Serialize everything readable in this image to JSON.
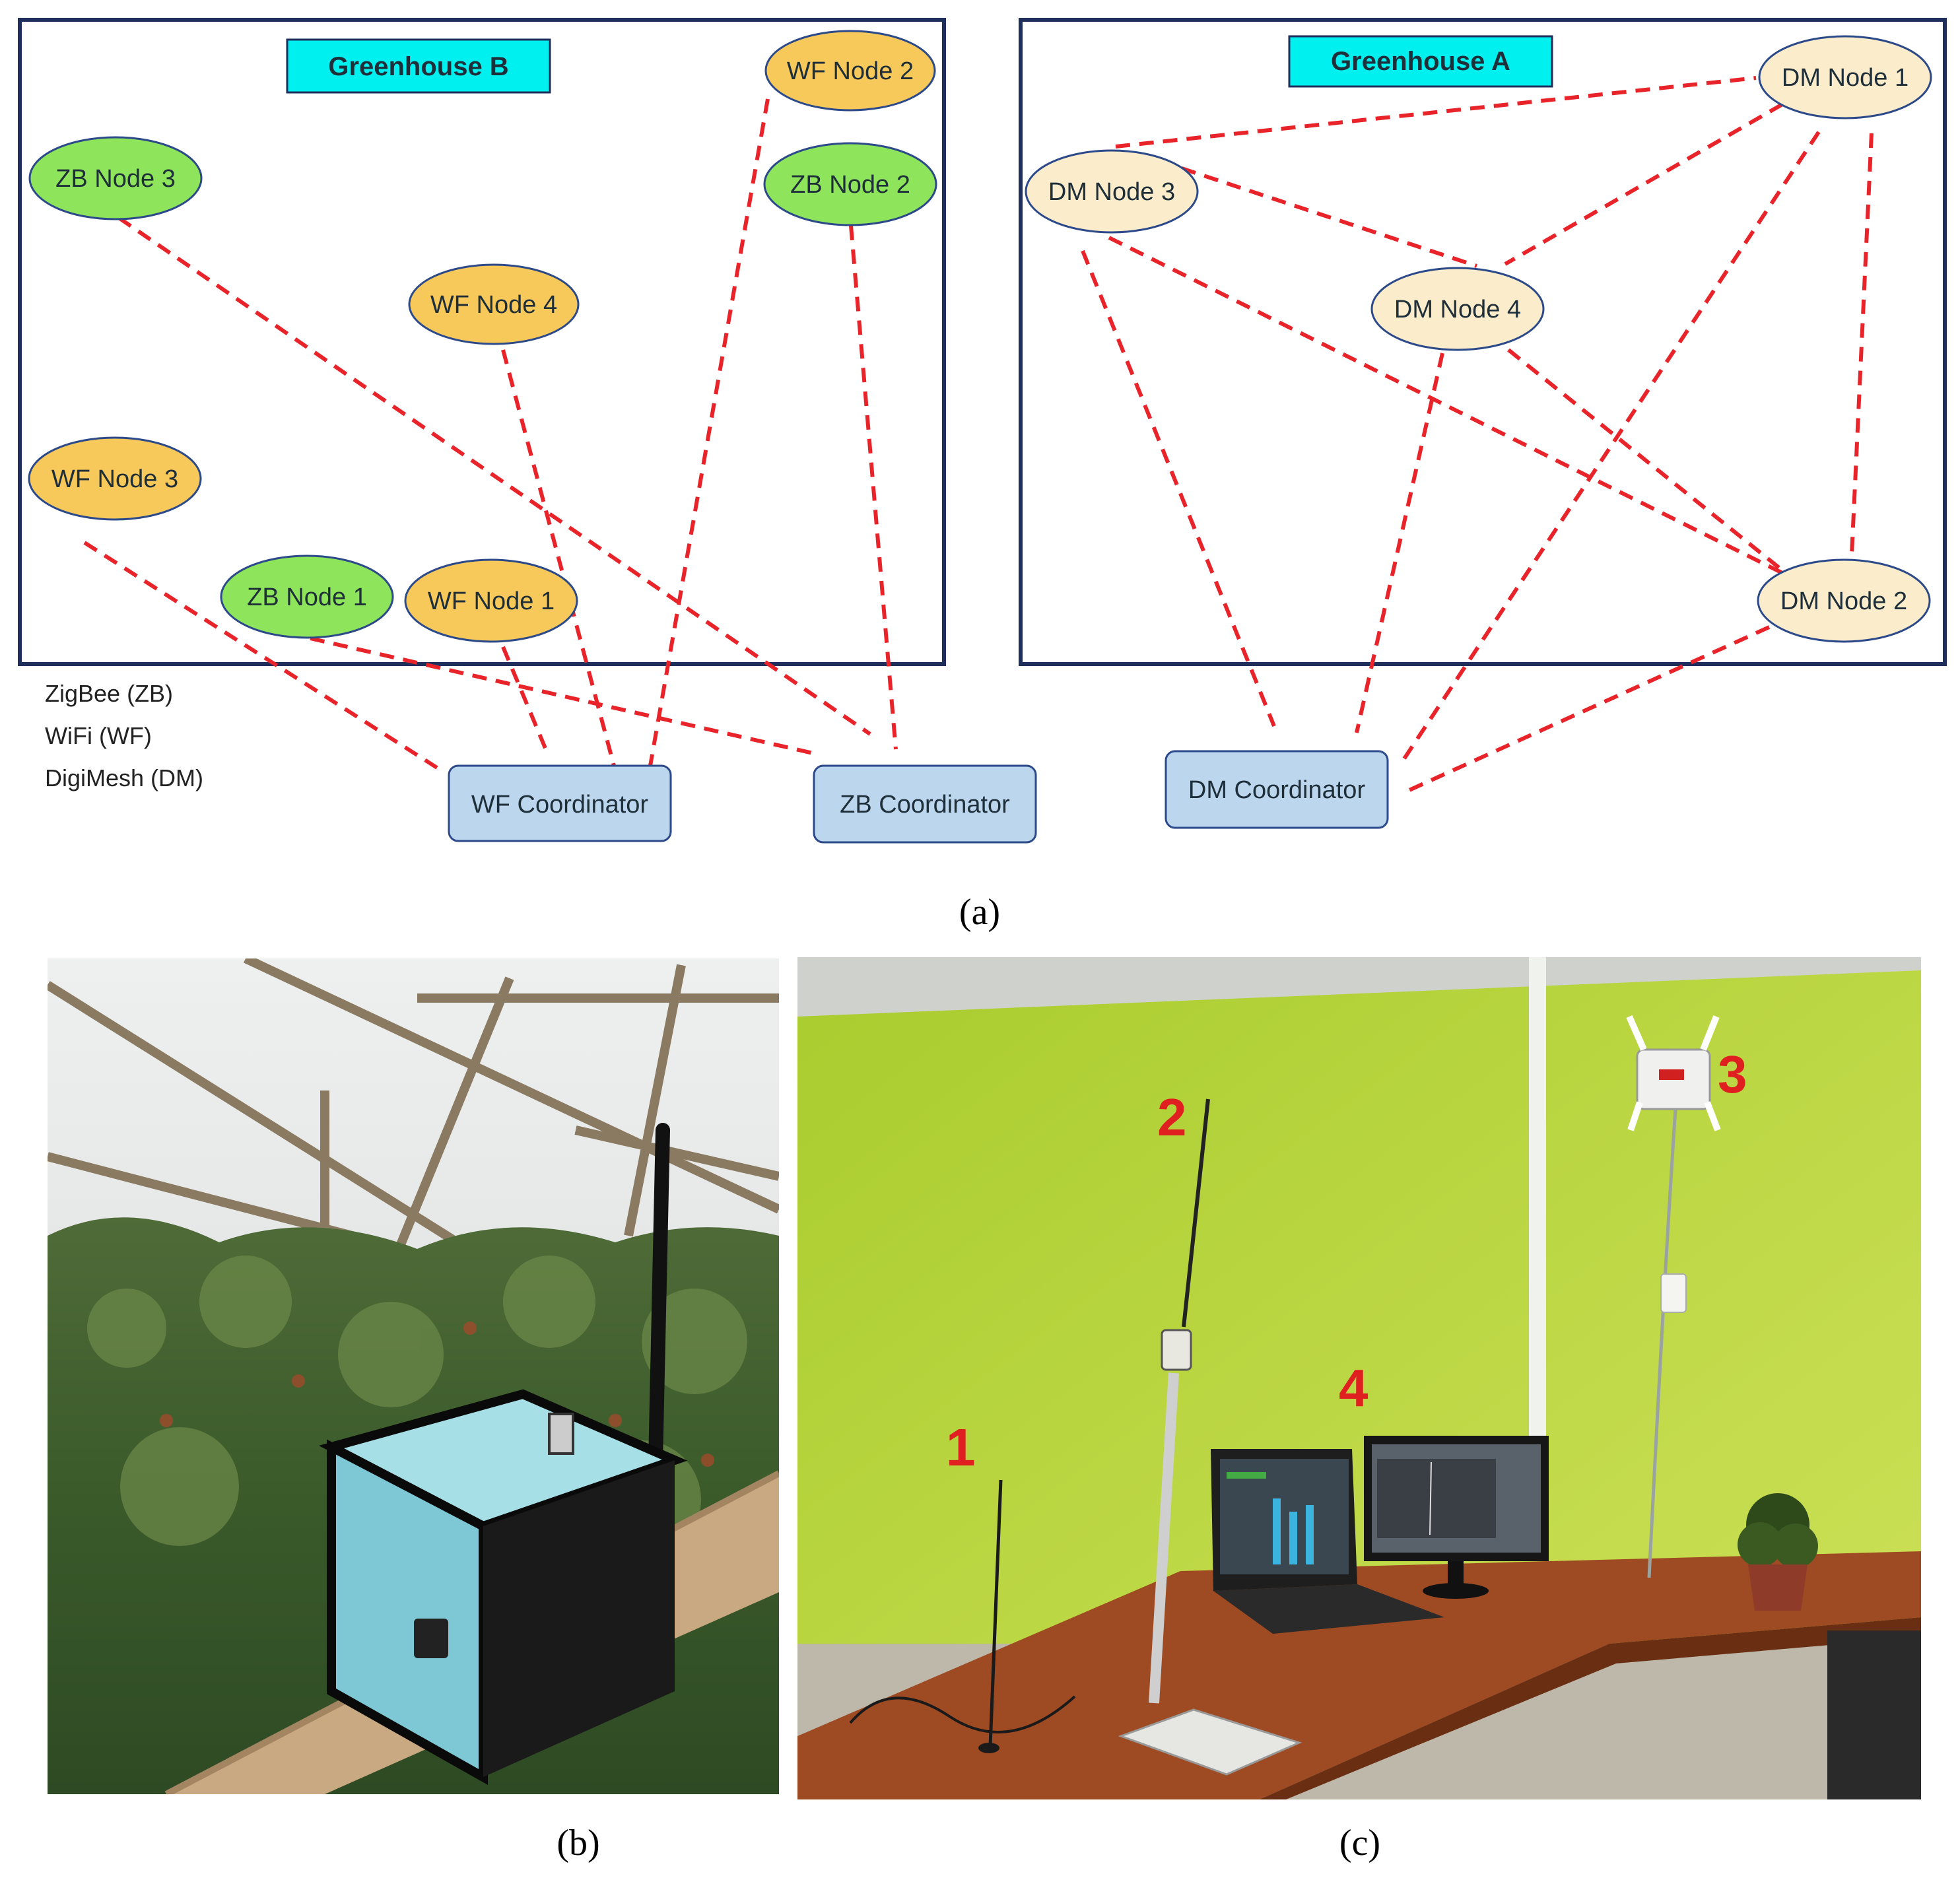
{
  "diagram": {
    "greenhouse_b": {
      "title": "Greenhouse B",
      "nodes": {
        "wf2": "WF Node 2",
        "zb3": "ZB Node 3",
        "zb2": "ZB Node 2",
        "wf4": "WF Node 4",
        "wf3": "WF Node 3",
        "zb1": "ZB Node 1",
        "wf1": "WF Node 1"
      }
    },
    "greenhouse_a": {
      "title": "Greenhouse A",
      "nodes": {
        "dm1": "DM Node 1",
        "dm3": "DM Node 3",
        "dm4": "DM Node 4",
        "dm2": "DM Node 2"
      }
    },
    "coordinators": {
      "wf": "WF Coordinator",
      "zb": "ZB Coordinator",
      "dm": "DM Coordinator"
    },
    "legend": [
      "ZigBee (ZB)",
      "WiFi (WF)",
      "DigiMesh (DM)"
    ],
    "colors": {
      "zigbee_node": "#8ee45a",
      "wifi_node": "#f7c85a",
      "digimesh_node": "#fbeccb",
      "coordinator": "#bcd6ee",
      "title_box": "#00f0f0",
      "link": "#e8242a",
      "frame": "#1f2f5c"
    }
  },
  "captions": {
    "a": "(a)",
    "b": "(b)",
    "c": "(c)"
  },
  "photo_c_labels": [
    "1",
    "2",
    "3",
    "4"
  ]
}
